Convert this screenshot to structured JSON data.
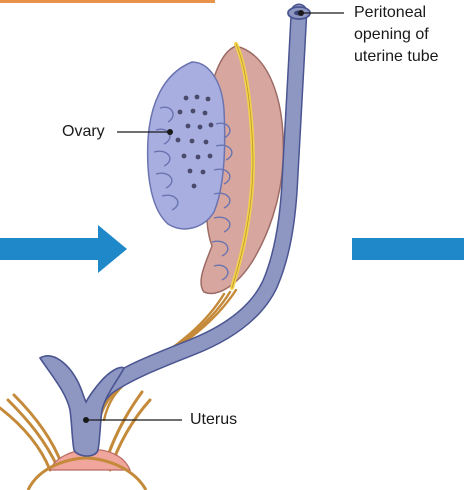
{
  "labels": {
    "peritoneal_line1": "Peritoneal",
    "peritoneal_line2": "opening of",
    "peritoneal_line3": "uterine tube",
    "ovary": "Ovary",
    "uterus": "Uterus"
  },
  "colors": {
    "tube": "#8e97c2",
    "tube_outline": "#4a5591",
    "ovary": "#a8aee0",
    "ovary_outline": "#6a74b0",
    "ligament": "#d7a79f",
    "ligament_outline": "#9d6b66",
    "nerve": "#f2d24a",
    "fibers": "#c48a3a",
    "arrow": "#1f88c9",
    "top_bar": "#e8924a",
    "pelvis": "#f0a59d"
  }
}
